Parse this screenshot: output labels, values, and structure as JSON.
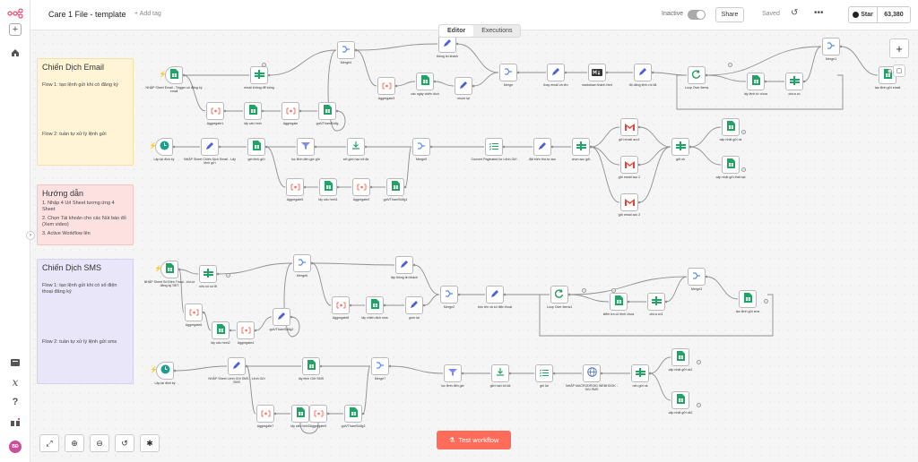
{
  "workflow": {
    "name": "Care 1 File - template",
    "add_tag": "+ Add tag"
  },
  "header": {
    "inactive": "Inactive",
    "share": "Share",
    "saved": "Saved",
    "star": "Star",
    "star_count": "63,380"
  },
  "tabs": [
    {
      "label": "Editor"
    },
    {
      "label": "Executions"
    }
  ],
  "stickies": {
    "email": {
      "title": "Chiến Dịch Email",
      "flow1": "Flow 1: tạo lệnh gửi khi có đăng ký",
      "flow2": "Flow 2: tuần tự xử lý lệnh gửi"
    },
    "guide": {
      "title": "Hướng dẫn",
      "s1": "1. Nhập 4 Url Sheet tương ứng 4 Sheet",
      "s2": "2. Chọn Tài khoản cho các Nút báo đỏ (Xem video)",
      "s3": "3. Active Workflow lên"
    },
    "sms": {
      "title": "Chiến Dịch SMS",
      "flow1": "Flow 1: tạo lệnh gửi khi có số điện thoại đăng ký",
      "flow2": "Flow 2: tuần tự xử lý lệnh gửi sms"
    }
  },
  "nodes": [
    {
      "id": "e1",
      "type": "sheet",
      "trigger": true,
      "label": "NHẬP Sheet Email - Trigger có đăng ký email"
    },
    {
      "id": "e2",
      "type": "filter2",
      "label": "email không để trống"
    },
    {
      "id": "e3",
      "type": "agg",
      "label": "Aggregate1"
    },
    {
      "id": "e4",
      "type": "sheet",
      "label": "lấy cấu hình"
    },
    {
      "id": "e5",
      "type": "agg",
      "label": "Aggregate"
    },
    {
      "id": "e6",
      "type": "sheet",
      "label": "gọiVThamSốđg"
    },
    {
      "id": "e7",
      "type": "merge",
      "label": "Merge4"
    },
    {
      "id": "e8",
      "type": "agg",
      "label": "Aggregate3"
    },
    {
      "id": "e9",
      "type": "sheet",
      "label": "các ngày chiến dịch"
    },
    {
      "id": "e10",
      "type": "edit",
      "label": "thông tin khách"
    },
    {
      "id": "e11",
      "type": "edit",
      "label": "nhóm lại"
    },
    {
      "id": "e12",
      "type": "merge",
      "label": "Merge"
    },
    {
      "id": "e13",
      "type": "edit",
      "label": "thay email và tên"
    },
    {
      "id": "e14",
      "type": "md",
      "label": "markdown thành html"
    },
    {
      "id": "e15",
      "type": "edit",
      "label": "độ dãng lệnh rồi đã"
    },
    {
      "id": "e16",
      "type": "loop",
      "label": "Loop Over Items"
    },
    {
      "id": "e17",
      "type": "sheet",
      "label": "lấy lệnh từ chưa"
    },
    {
      "id": "e18",
      "type": "filter2",
      "label": "chưa có"
    },
    {
      "id": "e19",
      "type": "merge",
      "label": "Merge1"
    },
    {
      "id": "e20",
      "type": "sheet",
      "label": "tạo lệnh gửi email"
    },
    {
      "id": "f1",
      "type": "clock",
      "trigger": true,
      "label": "Lặp lại định kỳ"
    },
    {
      "id": "f2",
      "type": "edit",
      "label": "NHẬP Sheet Chiến Dịch Email - Lấy lệnh gửi"
    },
    {
      "id": "f3",
      "type": "sheet",
      "label": "get lệnh gửi"
    },
    {
      "id": "f4",
      "type": "filter",
      "label": "lọc lệnh đến giờ gửi"
    },
    {
      "id": "f5",
      "type": "dl",
      "label": "xét giới hạn tối đa"
    },
    {
      "id": "f6",
      "type": "merge",
      "label": "Merge5"
    },
    {
      "id": "f7",
      "type": "agg",
      "label": "Aggregate5"
    },
    {
      "id": "f8",
      "type": "sheet",
      "label": "lấy cấu hình1"
    },
    {
      "id": "f9",
      "type": "agg",
      "label": "Aggregate2"
    },
    {
      "id": "f10",
      "type": "sheet",
      "label": "gọiVThamSốđg1"
    },
    {
      "id": "f11",
      "type": "list",
      "label": "Convert Paginated for Lệnh Gửi"
    },
    {
      "id": "f12",
      "type": "edit",
      "label": "đặt biến thứ tự acc"
    },
    {
      "id": "f13",
      "type": "filter2",
      "label": "chọn acc gửi"
    },
    {
      "id": "f14",
      "type": "gmail",
      "label": "gửi email acc1"
    },
    {
      "id": "f15",
      "type": "gmail",
      "label": "gửi email acc 2"
    },
    {
      "id": "f16",
      "type": "gmail",
      "label": "gửi email acc 3"
    },
    {
      "id": "f17",
      "type": "filter2",
      "label": "gửi ok"
    },
    {
      "id": "f18",
      "type": "sheet",
      "label": "cập nhật gửi ok"
    },
    {
      "id": "f19",
      "type": "sheet",
      "label": "cập nhật gửi thất bại"
    },
    {
      "id": "s1",
      "type": "sheet",
      "trigger": true,
      "label": "NHẬP Sheet Số Điện Thoại - khi có đăng ký SĐT"
    },
    {
      "id": "s2",
      "type": "filter2",
      "label": "nếu có số đt"
    },
    {
      "id": "s3",
      "type": "agg",
      "label": "Aggregate6"
    },
    {
      "id": "s4",
      "type": "sheet",
      "label": "lấy cấu hình2"
    },
    {
      "id": "s5",
      "type": "agg",
      "label": "Aggregate4"
    },
    {
      "id": "s6",
      "type": "edit",
      "label": "gọiVThamSốđg2"
    },
    {
      "id": "s7",
      "type": "merge",
      "label": "Merge6"
    },
    {
      "id": "s8",
      "type": "agg",
      "label": "Aggregate8"
    },
    {
      "id": "s9",
      "type": "sheet",
      "label": "lấy chiến dịch sms"
    },
    {
      "id": "s10",
      "type": "edit",
      "label": "lập thông tin khách"
    },
    {
      "id": "s11",
      "type": "edit",
      "label": "gom lại"
    },
    {
      "id": "s12",
      "type": "merge",
      "label": "Merge2"
    },
    {
      "id": "s13",
      "type": "edit",
      "label": "trộn tên và số điện thoại"
    },
    {
      "id": "s14",
      "type": "loop",
      "label": "Loop Over Items1"
    },
    {
      "id": "s15",
      "type": "sheet",
      "label": "kiểm tra có lệnh chưa"
    },
    {
      "id": "s16",
      "type": "filter2",
      "label": "chưa có1"
    },
    {
      "id": "s17",
      "type": "merge",
      "label": "Merge3"
    },
    {
      "id": "s18",
      "type": "sheet",
      "label": "tạo lệnh gửi sms"
    },
    {
      "id": "t1",
      "type": "clock",
      "trigger": true,
      "label": "Lặp lại định kỳ"
    },
    {
      "id": "t2",
      "type": "edit",
      "label": "NHẬP Sheet Lệnh Gửi SMS - Lệnh Gửi SMS"
    },
    {
      "id": "t3",
      "type": "sheet",
      "label": "lấy lệnh Gửi SMS"
    },
    {
      "id": "t4",
      "type": "merge",
      "label": "Merge7"
    },
    {
      "id": "t5",
      "type": "agg",
      "label": "Aggregate7"
    },
    {
      "id": "t6",
      "type": "sheet",
      "label": "lấy cấu hình3"
    },
    {
      "id": "t7",
      "type": "agg",
      "label": "Aggregate9"
    },
    {
      "id": "t8",
      "type": "sheet",
      "label": "gọiVThamSốđg3"
    },
    {
      "id": "t9",
      "type": "filter",
      "label": "lọc lệnh đến giờ"
    },
    {
      "id": "t10",
      "type": "dl",
      "label": "giới hạn tối đa"
    },
    {
      "id": "t11",
      "type": "list",
      "label": "ghi lại"
    },
    {
      "id": "t12",
      "type": "globe",
      "label": "NHẬP MACRODROID WEBHOOK - Gửi SMS"
    },
    {
      "id": "t13",
      "type": "filter2",
      "label": "nếu gửi ok"
    },
    {
      "id": "t14",
      "type": "sheet",
      "label": "cập nhật gửi ok1"
    },
    {
      "id": "t15",
      "type": "sheet",
      "label": "cập nhật gửi ok2"
    }
  ],
  "test_button": "Test workflow",
  "colors": {
    "accent": "#ff6d5a",
    "sheet": "#21a366",
    "edit": "#4c5fd5",
    "agg": "#ff6d5a",
    "merge": "#5a8dee",
    "filter": "#7a8cf0",
    "gmail": "#ea4335",
    "loop": "#2a9a5f"
  }
}
